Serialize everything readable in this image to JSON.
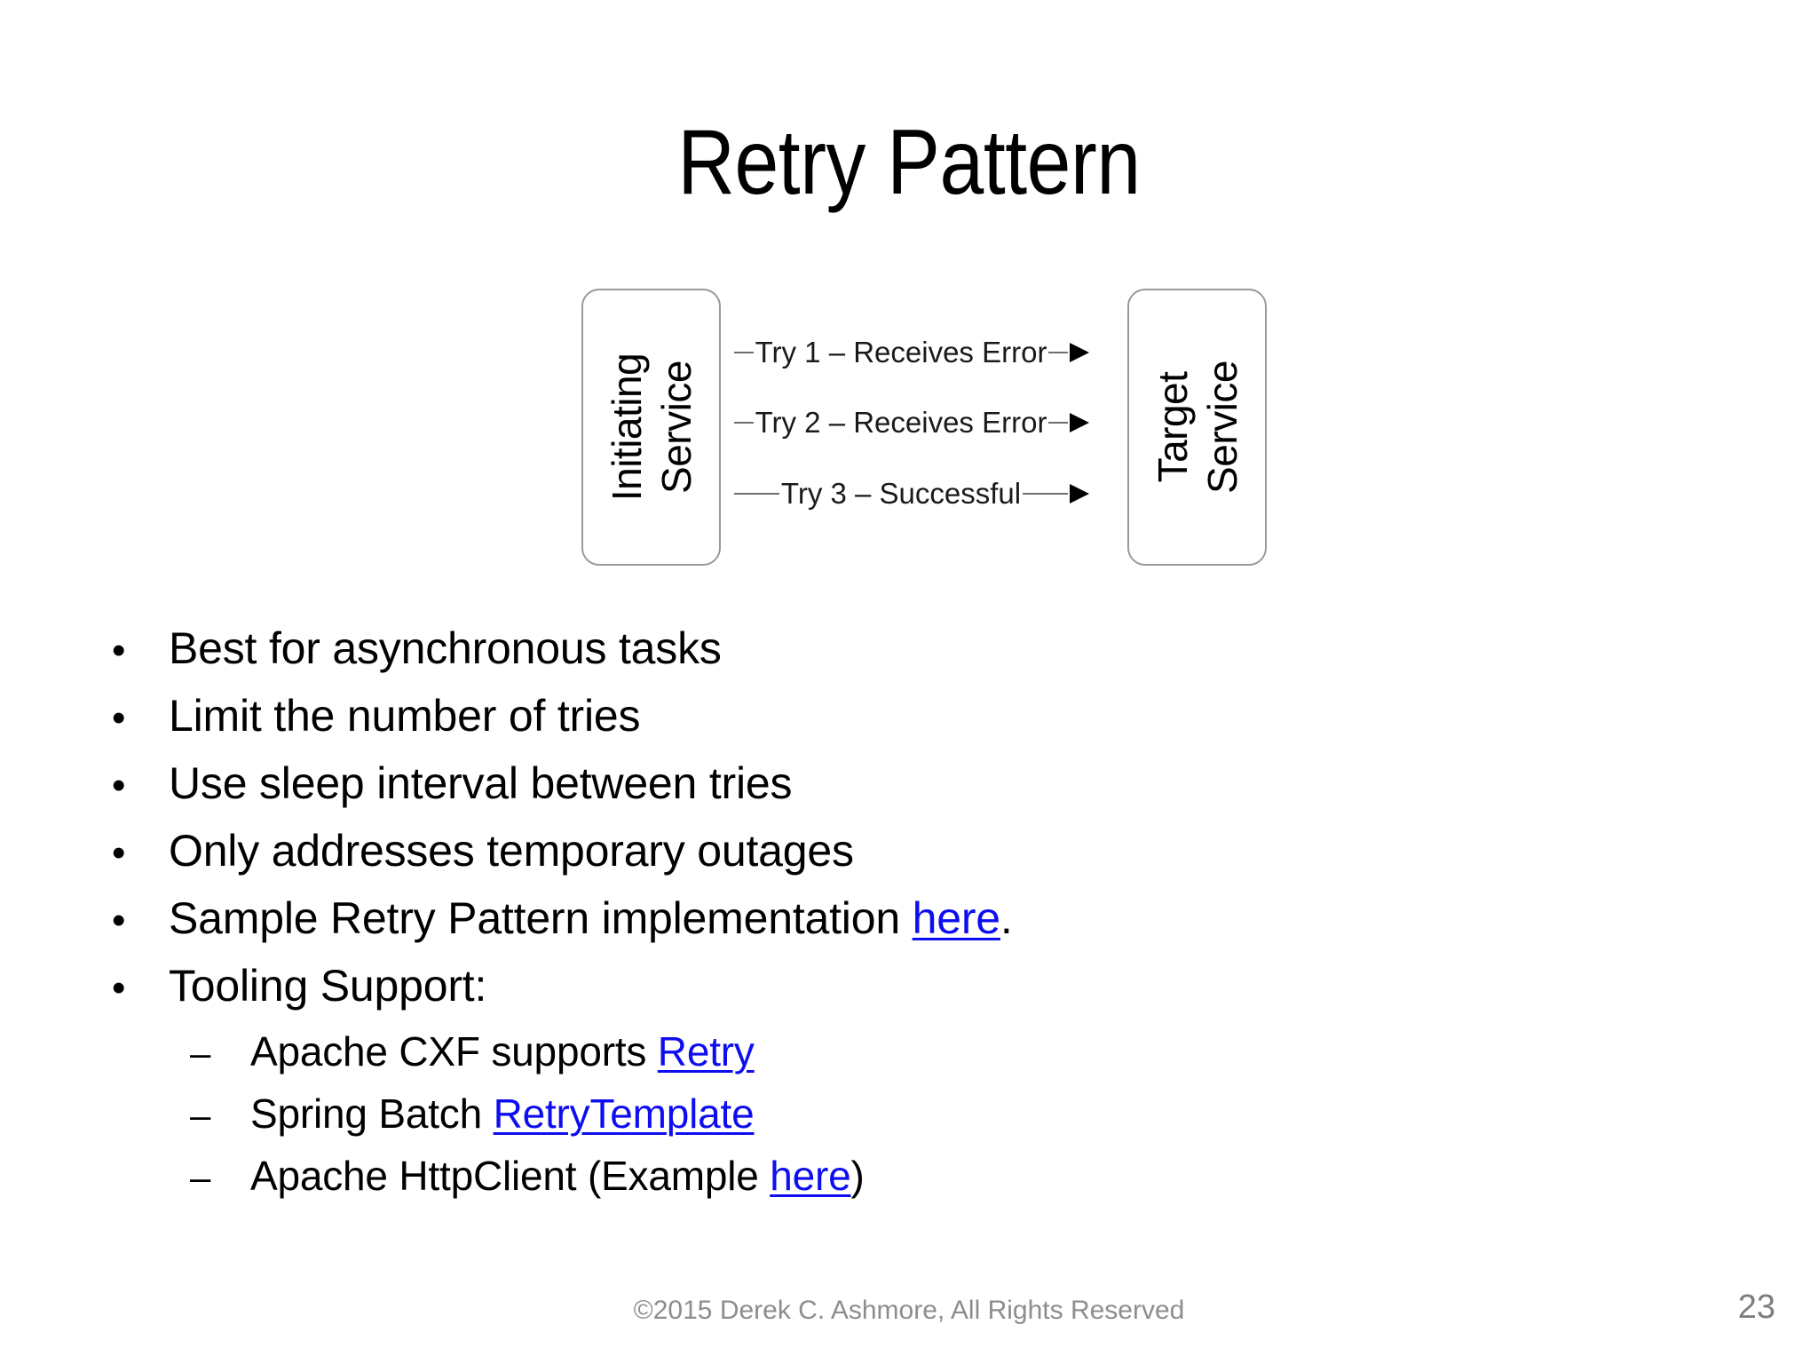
{
  "slide": {
    "title": "Retry Pattern",
    "page_number": "23",
    "copyright": "©2015 Derek C. Ashmore, All Rights Reserved",
    "link_color": "#0d0df0",
    "text_color": "#000000",
    "background_color": "#ffffff"
  },
  "diagram": {
    "left_box": {
      "line1": "Initiating",
      "line2": "Service"
    },
    "right_box": {
      "line1": "Target",
      "line2": "Service"
    },
    "arrows": [
      {
        "label": "Try 1 – Receives Error"
      },
      {
        "label": "Try 2 – Receives Error"
      },
      {
        "label": "Try 3 – Successful"
      }
    ]
  },
  "bullets": [
    {
      "mark": "•",
      "text": "Best for asynchronous tasks"
    },
    {
      "mark": "•",
      "text": "Limit the number of tries"
    },
    {
      "mark": "•",
      "text": "Use sleep interval between tries"
    },
    {
      "mark": "•",
      "text": "Only addresses temporary outages"
    },
    {
      "mark": "•",
      "prefix": "Sample Retry Pattern implementation ",
      "link": "here",
      "suffix": "."
    },
    {
      "mark": "•",
      "text": "Tooling Support:"
    }
  ],
  "sub_bullets": [
    {
      "mark": "–",
      "prefix": "Apache CXF supports ",
      "link": "Retry",
      "suffix": ""
    },
    {
      "mark": "–",
      "prefix": "Spring Batch ",
      "link": "RetryTemplate",
      "suffix": ""
    },
    {
      "mark": "–",
      "prefix": "Apache HttpClient (Example ",
      "link": "here",
      "suffix": ")"
    }
  ]
}
